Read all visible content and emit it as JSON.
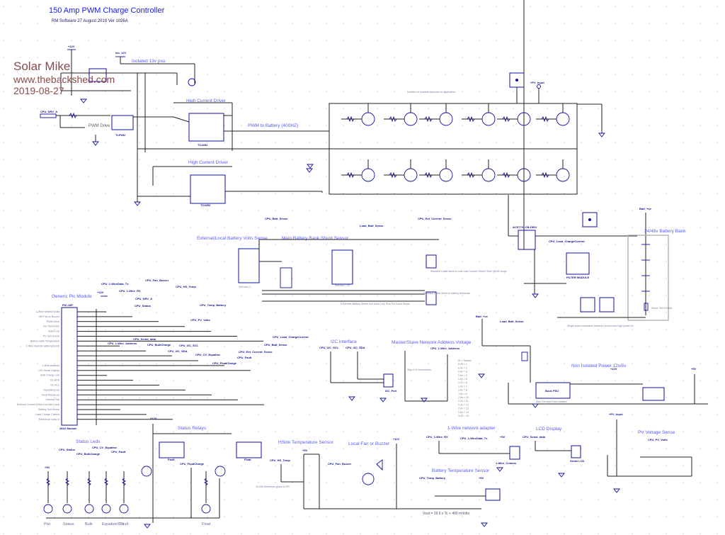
{
  "header": {
    "title": "150 Amp PWM Charge Controller",
    "subtitle": "RM Software 27 August 2019 Ver 1026A"
  },
  "watermark": {
    "name": "Solar Mike",
    "url": "www.thebackshed.com",
    "date": "2019-08-27"
  },
  "colors": {
    "background": "#ffffff",
    "title": "#1a1ae6",
    "section_label": "#5a5aff",
    "component": "#1010a0",
    "wire": "#202020",
    "watermark": "#8a4a4a"
  },
  "sections": {
    "isolated_psu": "Isolated 13v psu",
    "pwm_drive": "PWM Drive",
    "hcd1": "High Current Driver",
    "hcd2": "High Current Driver",
    "pwm_to_battery": "PWM to Battery (400HZ)",
    "mosfet_note": "Number of mosfets depends on application",
    "ext_volts": "External/Local Battery Volts Sense",
    "shunt": "Main Battery Bank Shunt Sensor",
    "battery_bank": "24/48v Battery Bank",
    "pic_module": "Generic Pic Module",
    "i2c": "I2C interface",
    "network_addr": "Master/Slave Network Address Voltage",
    "non_isolated": "Non Isolated Power 12v/5v",
    "status_leds": "Status Leds",
    "status_relays": "Status Relays",
    "hsink": "HSink Temperature Sensor",
    "fan": "Local Fan or Buzzer",
    "onewire": "1-Wire network adapter",
    "batt_temp": "Battery Temperature Sensor",
    "lcd": "LCD Display",
    "pv_sense": "PV Voltage Sense"
  },
  "nets": {
    "cpu_drv_a": "CPU_DRV_A",
    "cpu_batt_sense": "CPU_Batt_Sense",
    "load_batt_sense": "Load_Batt_Sense",
    "cpu_ext_curr": "CPU_Ext_Current_Sense",
    "cpu_load_charge": "CPU_Load_ChargeCurrent",
    "batt_pos": "Batt_+ve",
    "cpu_1wire_tx": "CPU_1-WireData_Tx",
    "cpu_1wire_rx": "CPU_1-Wire_RX",
    "cpu_fan": "CPU_Fan_Buzzer",
    "cpu_hs_temp": "CPU_HS_Temp",
    "cpu_status": "CPU_Status",
    "cpu_temp_batt": "CPU_Temp_Battery",
    "cpu_pv_volts": "CPU_PV_Volts",
    "cpu_serial": "CPU_Serial_data",
    "cpu_1wire_addr": "CPU_1-Wire_Address",
    "cpu_bulk": "CPU_BulkCharge",
    "cpu_i2c_scl": "CPU_I2C_SCL",
    "cpu_i2c_sda": "CPU_I2C_SDA",
    "cpu_cv_eq": "CPU_CV_Equalise",
    "cpu_float": "CPU_FloatCharge",
    "cpu_fault": "CPU_Fault",
    "pv_input": "+PV_Input",
    "iso_12v": "Iso_12V",
    "p12v": "+12V",
    "p5v": "+5V",
    "gnd": "0V"
  },
  "components": {
    "u1": "TC4452",
    "u2": "TC4452",
    "opto": "TLP652",
    "acs": "ACS770LCB-150U",
    "u4": "FILTER MODULE",
    "ps": "Buck PSU",
    "relay1": "Fault",
    "relay2": "Float",
    "j_i2c": "I2C_Port",
    "j_lcd": "Serial LCD",
    "j_1w": "1-Wire_Comms",
    "shunt_note": "Shielded Cable direct to rear load Current Shunt 75mV @150 amps",
    "batt_note": "Shielded Cable direct to battery terminals",
    "remote_note": "If Remote Battery Sense Not Used Link Pins For Local Sense",
    "single_point": "Single point connection between control and high power 0v",
    "thermistor_note": "10-20k thermistor glued to HS",
    "vout_formula": "Vout = 19.5 x Tc + 400 mVolts",
    "buck_note": "Max 13v input Non-isolated",
    "step_note": "Step 0.2v increments",
    "gain1": "SetGain=1",
    "gain2": "SetGain = 20",
    "pic_name": "PIC-18F",
    "pic_footer": "28X2 Module",
    "shunt_res": "Shunt 75mV/150A"
  },
  "address_table": [
    "0v = Master",
    "0.2v = 1",
    "0.4v = 2",
    "0.6v = 3",
    "0.8v = 4",
    "1.0v = 5",
    "1.2v = 6",
    "1.4v = 7",
    "1.6v = 8",
    "1.8v = 9",
    "2.0v = 10",
    "2.2v = 11",
    "2.4v = 12",
    "2.6v = 13",
    "2.8v = 14",
    "3.0v = 15"
  ],
  "pic_pins_left": [
    "1-Wire Network Data",
    "HW Fan or Buzzer",
    "PWM Drive",
    "HS Thermistor",
    "Status out",
    "PV Volt Sense",
    "Battery bank Temperature",
    "1-Wire Remote (Attempt/Unit)",
    "",
    "",
    "",
    "1-Wire Address",
    "LCD Serial Display",
    "Bulk Charge Led",
    "I2c SDA",
    "I2c SCL",
    "Equalizing led",
    "Float Relay/Led",
    "General Fail",
    "External Current (Diver/Loc Bat Load)",
    "Battery Volt Sense",
    "Load Charge Current",
    "Reference Volts In"
  ],
  "leds": [
    "Pwr",
    "Status",
    "Bulk",
    "Equalize/CV",
    "Fault",
    "Float"
  ]
}
